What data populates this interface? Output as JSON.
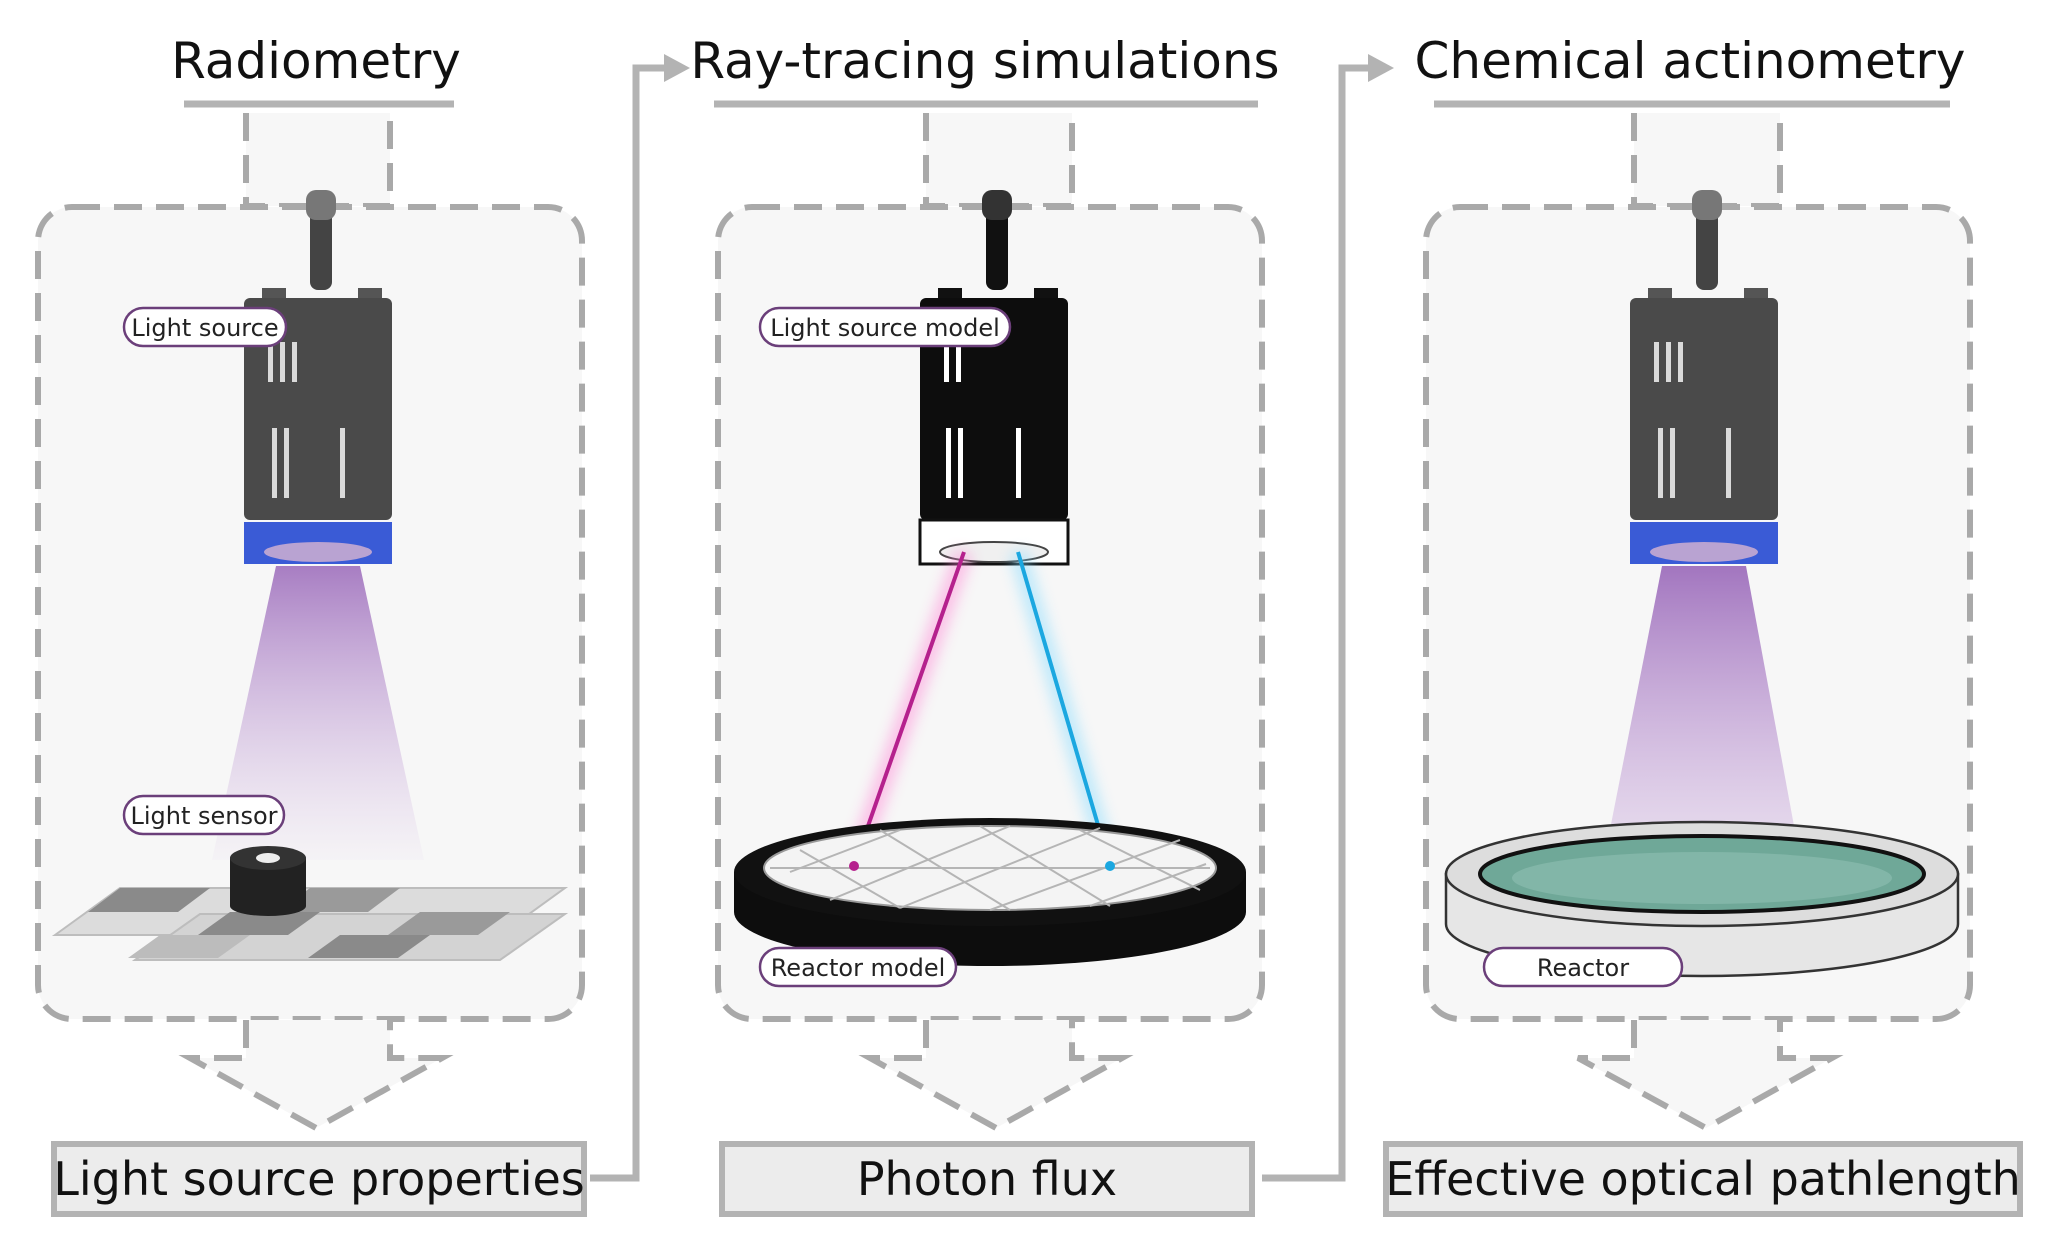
{
  "panels": [
    {
      "title": "Radiometry",
      "output": "Light source properties",
      "labels": {
        "light": "Light source",
        "sensor": "Light sensor"
      }
    },
    {
      "title": "Ray-tracing simulations",
      "output": "Photon flux",
      "labels": {
        "light": "Light source model",
        "reactor": "Reactor model"
      }
    },
    {
      "title": "Chemical actinometry",
      "output": "Effective optical pathlength",
      "labels": {
        "reactor": "Reactor"
      }
    }
  ],
  "colors": {
    "dashed_outline": "#a9a9a9",
    "flow_connector": "#b3b3b3",
    "panel_fill": "#f7f7f7",
    "output_box_fill": "#ececec",
    "label_border": "#6b3f7a",
    "lamp_body": "#4a4a4a",
    "lamp_model_body": "#0d0d0d",
    "lamp_ring": "#3a5bd6",
    "light_beam": "#a06fc0",
    "ray_magenta": "#b5218d",
    "ray_cyan": "#1ba7e0",
    "reactor_liquid": "#6fa898"
  },
  "icons": [
    "lamp-icon",
    "light-sensor-icon",
    "checkerboard-icon",
    "reactor-model-icon",
    "reactor-icon",
    "arrow-icon"
  ]
}
